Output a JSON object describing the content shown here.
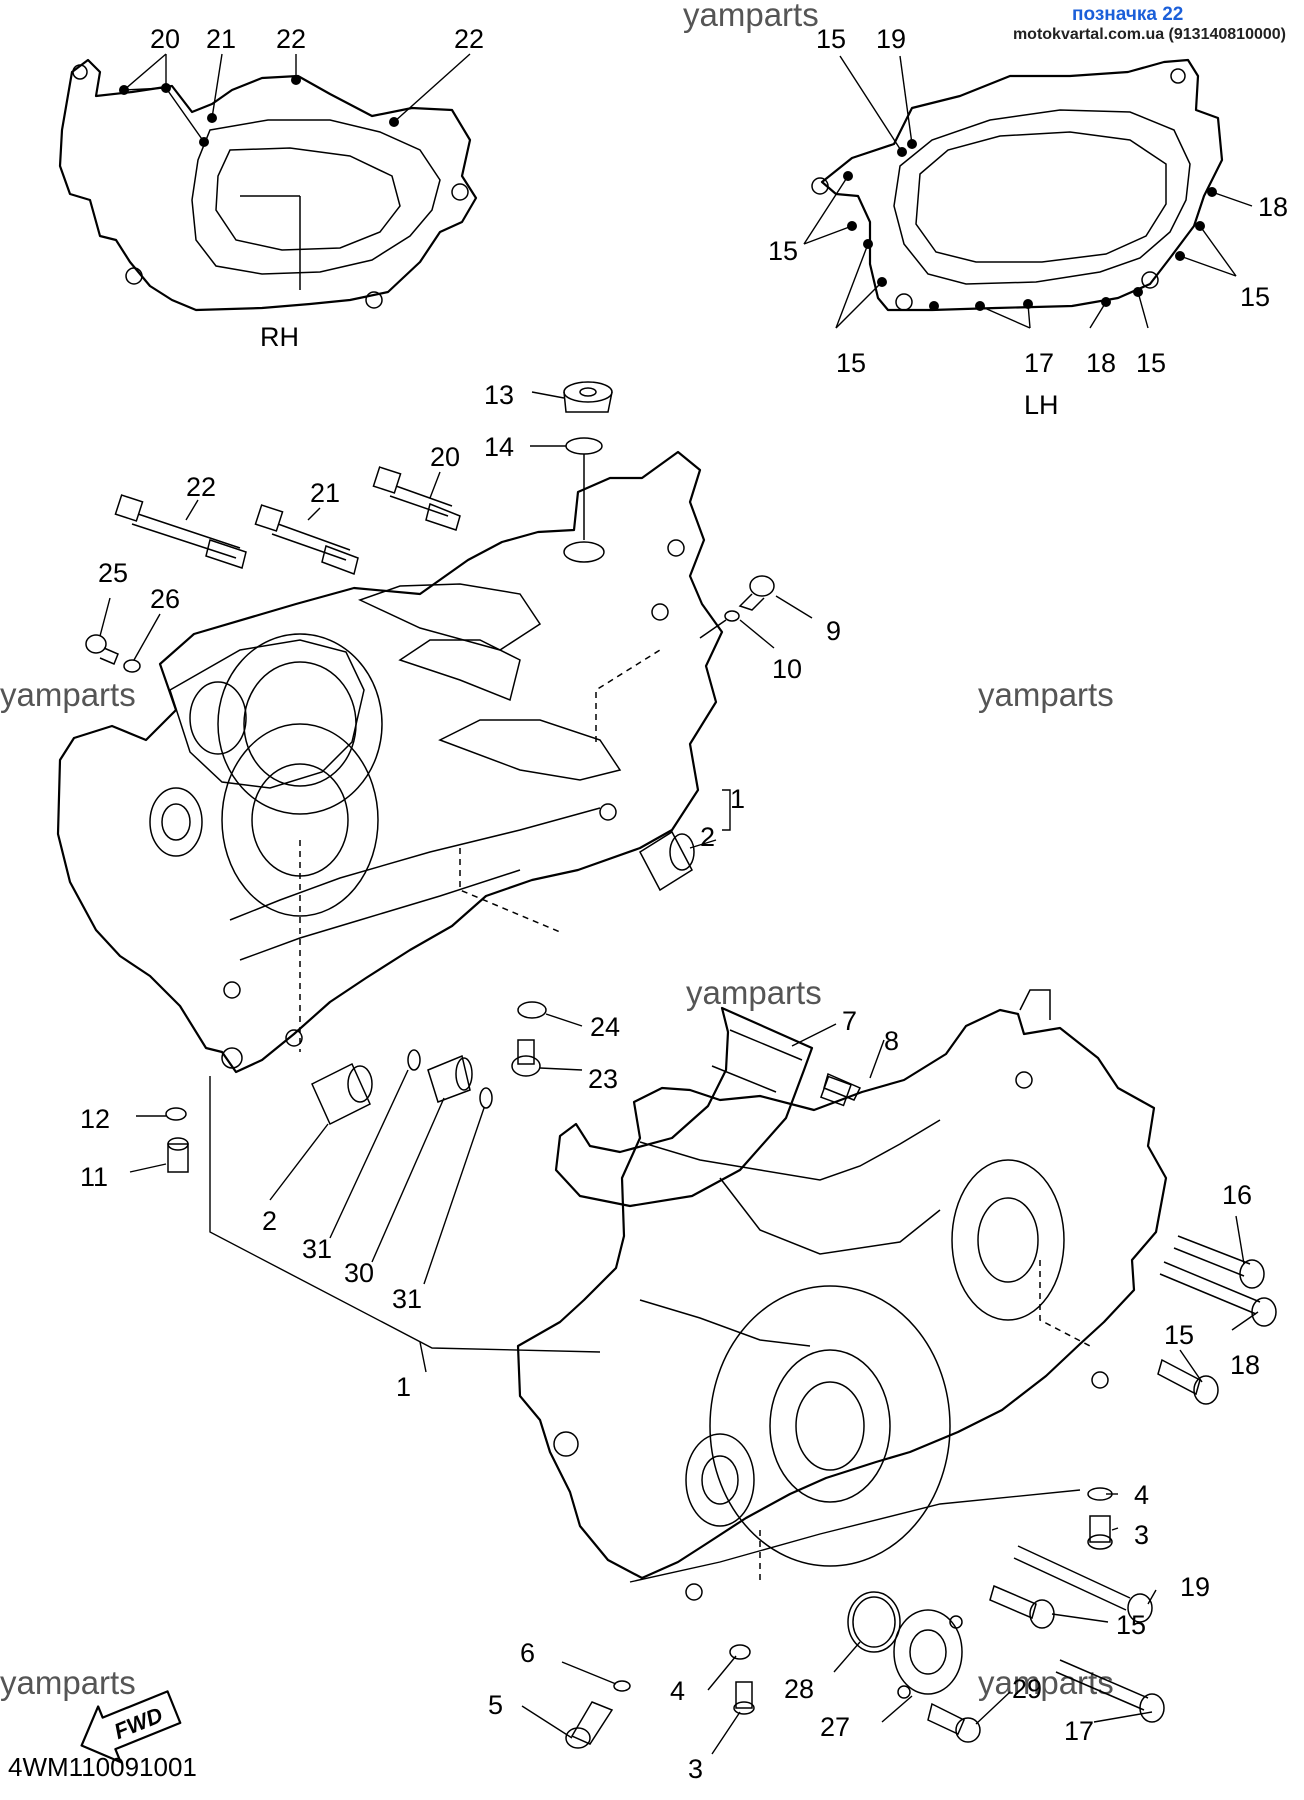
{
  "header": {
    "tag": "позначка 22",
    "source": "motokvartal.com.ua (913140810000)"
  },
  "watermark": "yamparts",
  "footer_code": "4WM110091001",
  "fwd_label": "FWD",
  "views": {
    "rh": "RH",
    "lh": "LH",
    "rh_callouts": [
      "20",
      "21",
      "22",
      "22"
    ],
    "lh_callouts": [
      "15",
      "19",
      "15",
      "18",
      "15",
      "15",
      "17",
      "18",
      "15"
    ]
  },
  "callouts": [
    "13",
    "14",
    "20",
    "22",
    "21",
    "25",
    "26",
    "9",
    "10",
    "1",
    "2",
    "24",
    "23",
    "7",
    "8",
    "12",
    "11",
    "2",
    "31",
    "30",
    "31",
    "1",
    "16",
    "15",
    "18",
    "4",
    "3",
    "19",
    "15",
    "6",
    "5",
    "4",
    "3",
    "28",
    "27",
    "29",
    "17"
  ]
}
